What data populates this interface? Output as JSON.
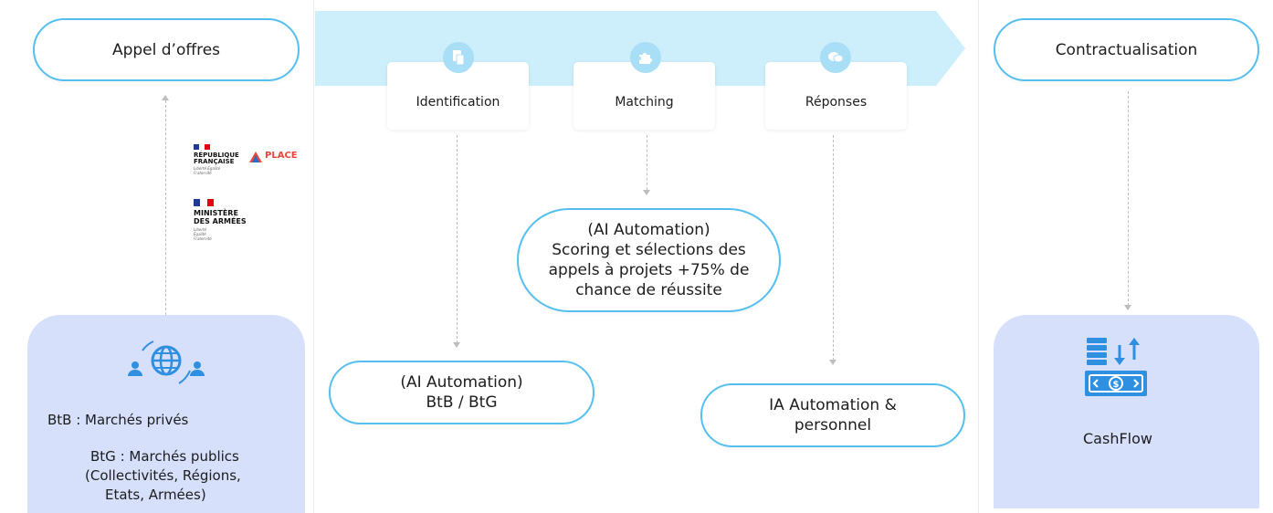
{
  "left": {
    "title": "Appel d’offres",
    "line1": "BtB : Marchés privés",
    "line2": "BtG : Marchés publics",
    "line3": "(Collectivités, Régions,",
    "line4": "Etats, Armées)"
  },
  "logos": {
    "rf_line1": "RÉPUBLIQUE",
    "rf_line2": "FRANÇAISE",
    "rf_motto": "Liberté Égalité Fraternité",
    "place": "PLACE",
    "ma_line1": "MINISTÈRE",
    "ma_line2": "DES ARMÉES",
    "ma_motto": "Liberté Égalité Fraternité"
  },
  "middle": {
    "steps": [
      {
        "label": "Identification",
        "icon": "document-icon"
      },
      {
        "label": "Matching",
        "icon": "puzzle-icon"
      },
      {
        "label": "Réponses",
        "icon": "chat-icon"
      }
    ],
    "matching_box": [
      "(AI Automation)",
      "Scoring et sélections des",
      "appels à projets +75% de",
      "chance de réussite"
    ],
    "ident_box": [
      "(AI Automation)",
      "BtB / BtG"
    ],
    "reponses_box": [
      "IA Automation &",
      "personnel"
    ]
  },
  "right": {
    "title": "Contractualisation",
    "label": "CashFlow"
  },
  "colors": {
    "accent": "#55bff0",
    "banner": "#cdeefb",
    "panel": "#d6e0fb",
    "icon_blue": "#2f8fe0"
  }
}
